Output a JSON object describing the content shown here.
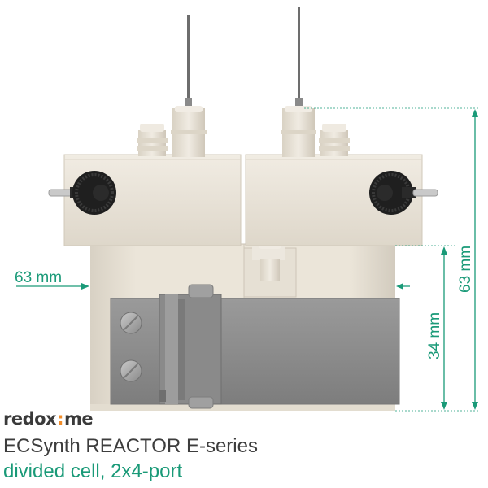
{
  "brand": {
    "logo_part1": "redox",
    "logo_dot": ":",
    "logo_part2": "me"
  },
  "product": {
    "title": "ECSynth REACTOR E-series",
    "subtitle": "divided cell, 2x4-port"
  },
  "dimensions": {
    "width_label": "63 mm",
    "height_total_label": "63 mm",
    "height_body_label": "34 mm"
  },
  "colors": {
    "accent": "#1a9a78",
    "brand_dot": "#f28c28",
    "cell_body": "#ebe5d9",
    "clamp_metal": "#8e8e8e",
    "knob": "#1f1f1f"
  }
}
